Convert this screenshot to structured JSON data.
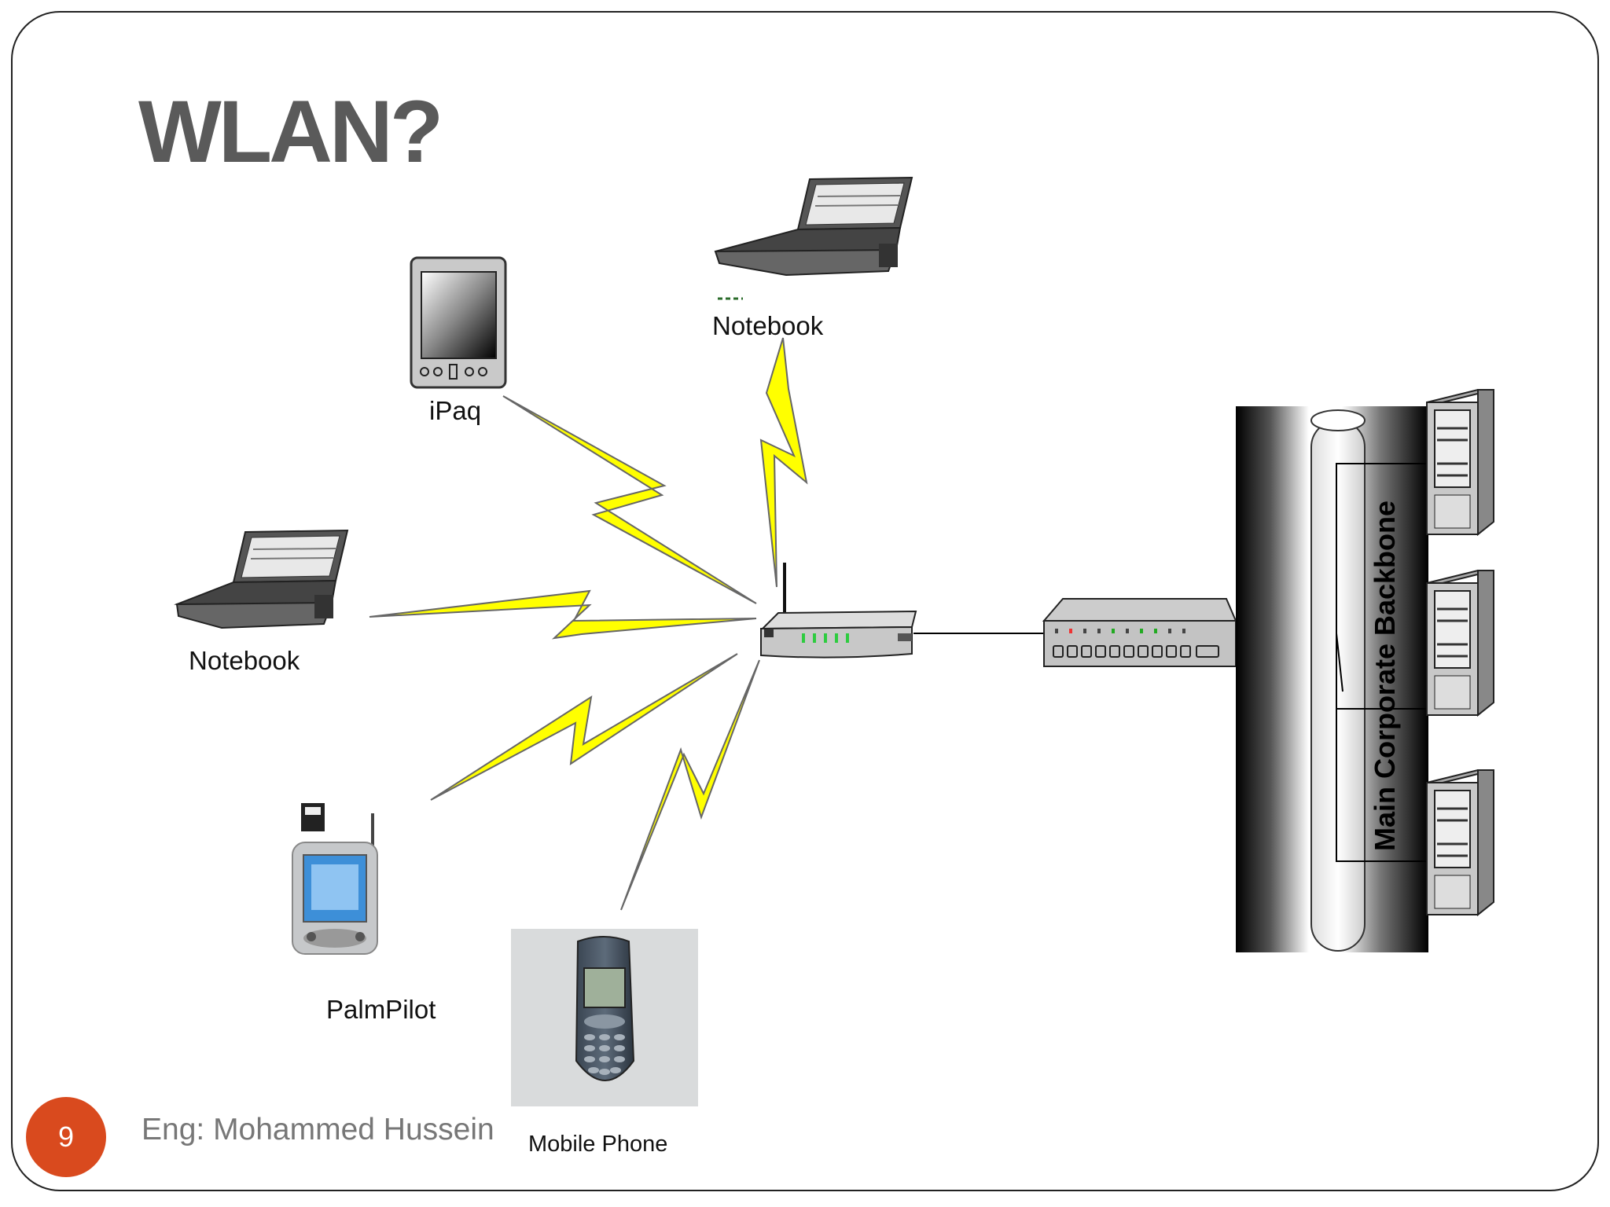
{
  "slide": {
    "title": "WLAN?",
    "page_number": "9",
    "author": "Eng: Mohammed Hussein"
  },
  "devices": {
    "ipaq_label": "iPaq",
    "notebook_top_label": "Notebook",
    "notebook_left_label": "Notebook",
    "palmpilot_label": "PalmPilot",
    "mobile_phone_label": "Mobile Phone"
  },
  "backbone": {
    "label": "Main Corporate Backbone"
  },
  "colors": {
    "lightning": "#ffff00",
    "badge": "#d94a1e",
    "title": "#5a5a5a"
  }
}
